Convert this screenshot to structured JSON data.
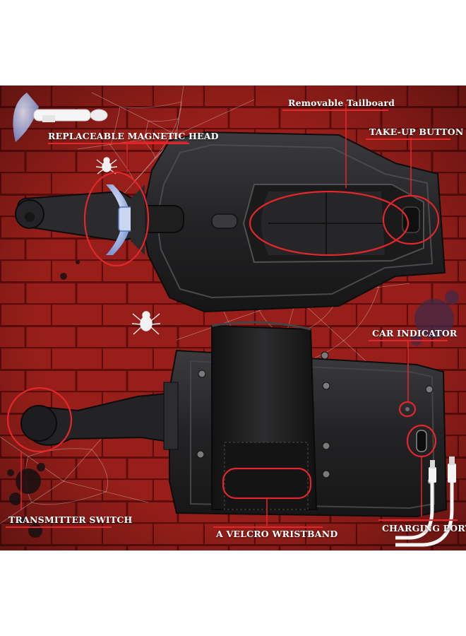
{
  "callouts": {
    "replaceable_magnetic_head": "REPLACEABLE MAGNETIC HEAD",
    "removable_tailboard": "Removable Tailboard",
    "take_up_button": "TAKE-UP BUTTON",
    "car_indicator": "CAR INDICATOR",
    "transmitter_switch": "TRANSMITTER SWITCH",
    "velcro_wristband": "A VELCRO WRISTBAND",
    "charging_port": "CHARGING PORT"
  },
  "colors": {
    "background": "#8f1b17",
    "brick_mortar": "#5e0d0b",
    "accent_red": "#e3262b",
    "device_body": "#2a2a2c",
    "device_dark": "#121213",
    "strap": "#1c1c1d",
    "suction_cup": "#9fb6e6",
    "label_text": "#ffffff"
  },
  "icons": [
    "suction-cup-icon",
    "magnetic-head-icon",
    "spider-icon",
    "spider-web-icon",
    "usb-cable-icon",
    "paint-splatter-icon"
  ]
}
